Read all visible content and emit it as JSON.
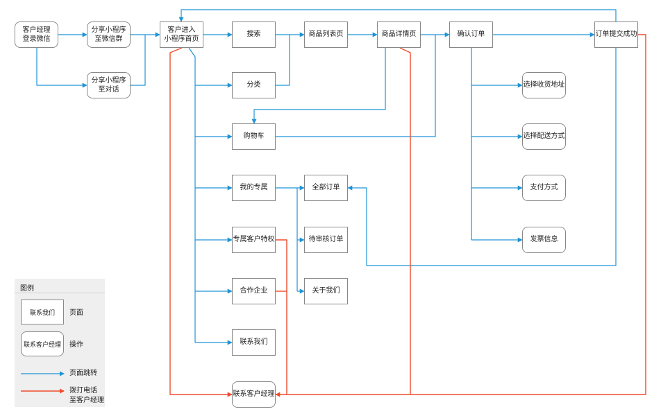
{
  "colors": {
    "page_jump": "#1f93d6",
    "call_manager": "#ee4c2b"
  },
  "nodes": {
    "cm_login": "客户经理\n登录微信",
    "share_group": "分享小程序\n至微信群",
    "share_chat": "分享小程序\n至对话",
    "home": "客户进入\n小程序首页",
    "search": "搜索",
    "product_list": "商品列表页",
    "product_detail": "商品详情页",
    "confirm_order": "确认订单",
    "order_success": "订单提交成功",
    "category": "分类",
    "cart": "购物车",
    "my_exclusive": "我的专属",
    "exclusive_privilege": "专属客户特权",
    "partner_company": "合作企业",
    "contact_us": "联系我们",
    "contact_manager": "联系客户经理",
    "all_orders": "全部订单",
    "pending_orders": "待审核订单",
    "about_us": "关于我们",
    "select_address": "选择收货地址",
    "select_delivery": "选择配送方式",
    "payment_method": "支付方式",
    "invoice_info": "发票信息"
  },
  "legend": {
    "title": "图例",
    "page_sample": "联系我们",
    "page_label": "页面",
    "op_sample": "联系客户经理",
    "op_label": "操作",
    "jump_label": "页面跳转",
    "call_label": "拨打电话\n至客户经理"
  }
}
